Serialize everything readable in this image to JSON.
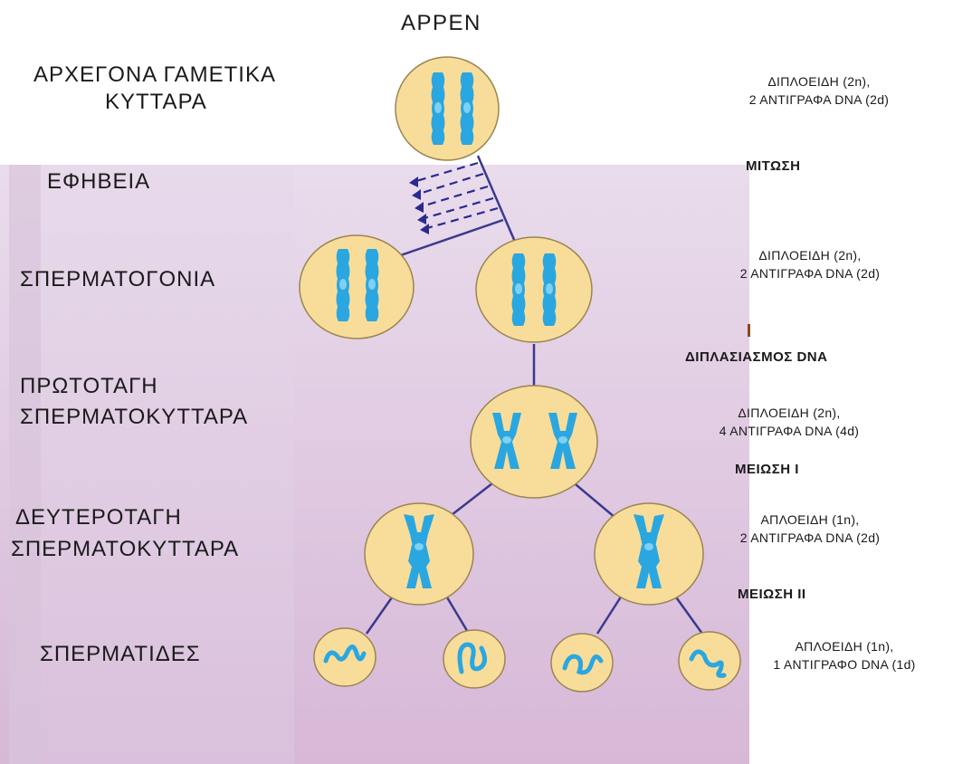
{
  "title": "ΑΡΡΕΝ",
  "stages": {
    "germ_line1": "ΑΡΧΕΓΟΝΑ ΓΑΜΕΤΙΚΑ",
    "germ_line2": "ΚΥΤΤΑΡΑ",
    "puberty": "ΕΦΗΒΕΙΑ",
    "spermatogonia": "ΣΠΕΡΜΑΤΟΓΟΝΙΑ",
    "primary_line1": "ΠΡΩΤΟΤΑΓΗ",
    "primary_line2": "ΣΠΕΡΜΑΤΟΚΥΤΤΑΡΑ",
    "secondary_line1": "ΔΕΥΤΕΡΟΤΑΓΗ",
    "secondary_line2": "ΣΠΕΡΜΑΤΟΚΥΤΤΑΡΑ",
    "spermatids": "ΣΠΕΡΜΑΤΙΔΕΣ"
  },
  "ploidy": {
    "germ": [
      "ΔΙΠΛΟΕΙΔΗ (2n),",
      "2 ΑΝΤΙΓΡΑΦΑ DNA (2d)"
    ],
    "spermatogonia": [
      "ΔΙΠΛΟΕΙΔΗ (2n),",
      "2 ΑΝΤΙΓΡΑΦΑ DNA (2d)"
    ],
    "primary": [
      "ΔΙΠΛΟΕΙΔΗ (2n),",
      "4 ΑΝΤΙΓΡΑΦΑ DNA (4d)"
    ],
    "secondary": [
      "ΑΠΛΟΕΙΔΗ (1n),",
      "2 ΑΝΤΙΓΡΑΦΑ DNA (2d)"
    ],
    "spermatids": [
      "ΑΠΛΟΕΙΔΗ (1n),",
      "1 ΑΝΤΙΓΡΑΦΟ DNA (1d)"
    ]
  },
  "processes": {
    "mitosis": "ΜΙΤΩΣΗ",
    "dna_replication": "ΔΙΠΛΑΣΙΑΣΜΟΣ DNA",
    "meiosis1": "ΜΕΙΩΣΗ Ι",
    "meiosis2": "ΜΕΙΩΣΗ ΙΙ"
  },
  "colors": {
    "background_panel": "#dcc4dc",
    "cell_fill": "#f8dd9a",
    "cell_stroke": "#9a8550",
    "chromosome": "#2aa7e0",
    "connector": "#3a3a8c"
  }
}
